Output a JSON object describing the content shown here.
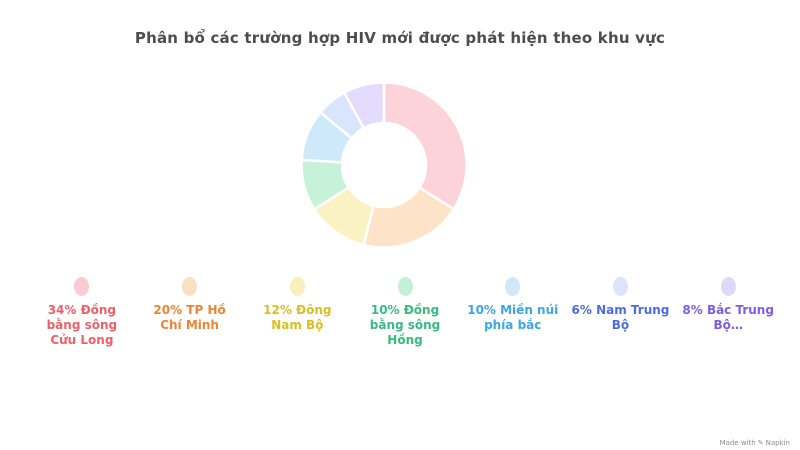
{
  "title": "Phân bổ các trường hợp HIV mới được phát hiện theo khu vực",
  "chart_data": {
    "type": "pie",
    "subtype": "donut",
    "title": "Phân bổ các trường hợp HIV mới được phát hiện theo khu vực",
    "categories": [
      "Đồng bằng sông Cửu Long",
      "TP Hồ Chí Minh",
      "Đông Nam Bộ",
      "Đồng bằng sông Hồng",
      "Miền núi phía bắc",
      "Nam Trung Bộ",
      "Bắc Trung Bộ"
    ],
    "values": [
      34,
      20,
      12,
      10,
      10,
      6,
      8
    ],
    "unit": "%",
    "start_angle_deg": 0,
    "clockwise": true,
    "slice_colors": [
      "#fbd3d8",
      "#fde3c8",
      "#faf2c2",
      "#c6f2d9",
      "#cee9fa",
      "#d9e4fd",
      "#e4dcfc"
    ],
    "legend_position": "bottom",
    "legend": [
      {
        "text": "34% Đồng bằng sông Cửu Long",
        "dot_color": "#f8ccd2",
        "text_color": "#f25f68"
      },
      {
        "text": "20% TP Hồ Chí Minh",
        "dot_color": "#fae0c3",
        "text_color": "#f08433"
      },
      {
        "text": "12% Đông Nam Bộ",
        "dot_color": "#f7efbe",
        "text_color": "#d9bf20"
      },
      {
        "text": "10% Đồng bằng sông Hồng",
        "dot_color": "#c3f0d7",
        "text_color": "#35bd7d"
      },
      {
        "text": "10% Miền núi phía bắc",
        "dot_color": "#cfe9fb",
        "text_color": "#3ba6ea"
      },
      {
        "text": "6% Nam Trung Bộ",
        "dot_color": "#dbe4fc",
        "text_color": "#4b6de4"
      },
      {
        "text": "8% Bắc Trung Bộ…",
        "dot_color": "#ded9f8",
        "text_color": "#7c5ce9"
      }
    ]
  },
  "watermark": {
    "prefix": "Made with",
    "brand": "Napkin"
  }
}
